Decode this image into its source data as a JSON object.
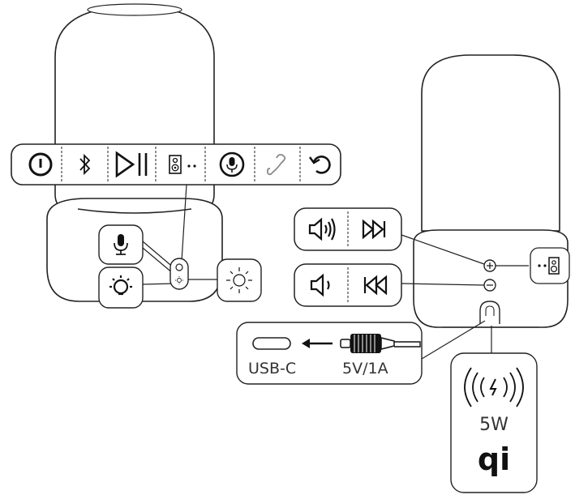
{
  "labels": {
    "usb_c": "USB-C",
    "input_power": "5V/1A",
    "wireless_power": "5W",
    "qi_logo": "qi"
  },
  "icons": {
    "top_bar": [
      "power-icon",
      "bluetooth-icon",
      "play-pause-icon",
      "speaker-pair-icon",
      "microphone-icon",
      "phone-icon",
      "reset-icon"
    ],
    "base_left": [
      "microphone-icon",
      "light-bulb-icon",
      "light-sun-icon"
    ],
    "right_panels": [
      "volume-up-icon",
      "fast-forward-icon",
      "volume-down-icon",
      "rewind-icon",
      "plus-icon",
      "minus-icon",
      "speaker-pair-icon"
    ],
    "charging": [
      "wireless-charging-icon",
      "usb-c-port-icon",
      "usb-c-plug-icon"
    ]
  },
  "colors": {
    "line": "#222222",
    "panel_fill": "#ffffff",
    "panel_stroke": "#9a9a9a"
  }
}
